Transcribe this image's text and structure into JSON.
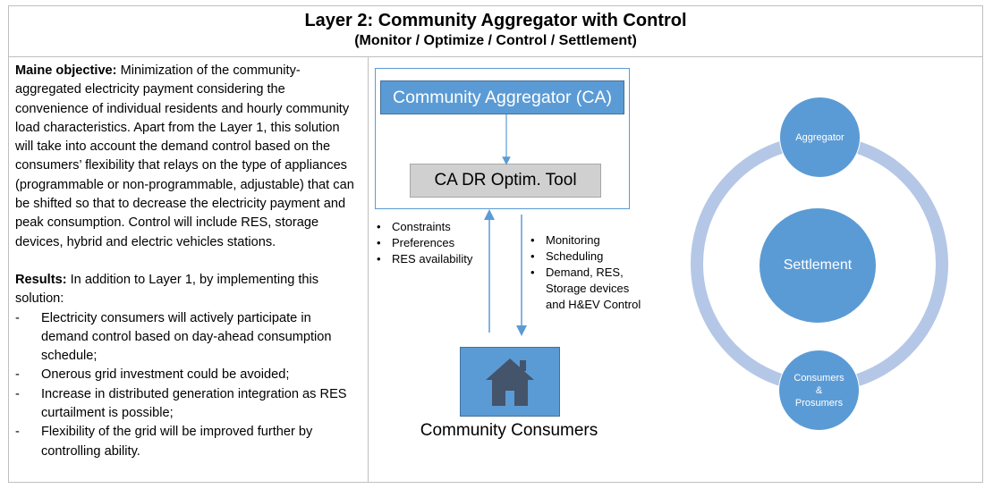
{
  "header": {
    "title": "Layer 2: Community Aggregator with Control",
    "subtitle": "(Monitor / Optimize / Control / Settlement)"
  },
  "left": {
    "objective_label": "Maine objective:",
    "objective_text": " Minimization of the community-aggregated electricity payment considering the convenience of individual residents and hourly community load characteristics. Apart from the Layer 1, this solution will take into account the demand control based on the consumers’ flexibility that relays on the type of appliances (programmable or non-programmable, adjustable) that can be shifted so that to decrease the electricity payment and peak consumption. Control will include RES, storage devices, hybrid and electric vehicles stations.",
    "results_label": "Results:",
    "results_text": " In addition to Layer 1, by implementing this solution:",
    "dash": "-",
    "results_items": [
      "Electricity consumers will actively participate in demand control based on day-ahead consumption schedule;",
      "Onerous grid investment could be avoided;",
      "Increase in distributed generation integration as RES curtailment is possible;",
      "Flexibility of the grid will be improved further by controlling ability."
    ]
  },
  "diagram": {
    "ca_title": "Community Aggregator (CA)",
    "tool": "CA DR Optim. Tool",
    "up_list": [
      "Constraints",
      "Preferences",
      "RES availability"
    ],
    "down_list": [
      "Monitoring",
      "Scheduling",
      "Demand, RES, Storage devices and H&EV Control"
    ],
    "consumers_label": "Community Consumers"
  },
  "cycle": {
    "aggregator": "Aggregator",
    "settlement": "Settlement",
    "consumers_line1": "Consumers",
    "consumers_line2": "&",
    "consumers_line3": "Prosumers"
  },
  "colors": {
    "accent": "#5b9bd5",
    "ring": "#b4c7e7",
    "tool_fill": "#d0d0d0"
  }
}
